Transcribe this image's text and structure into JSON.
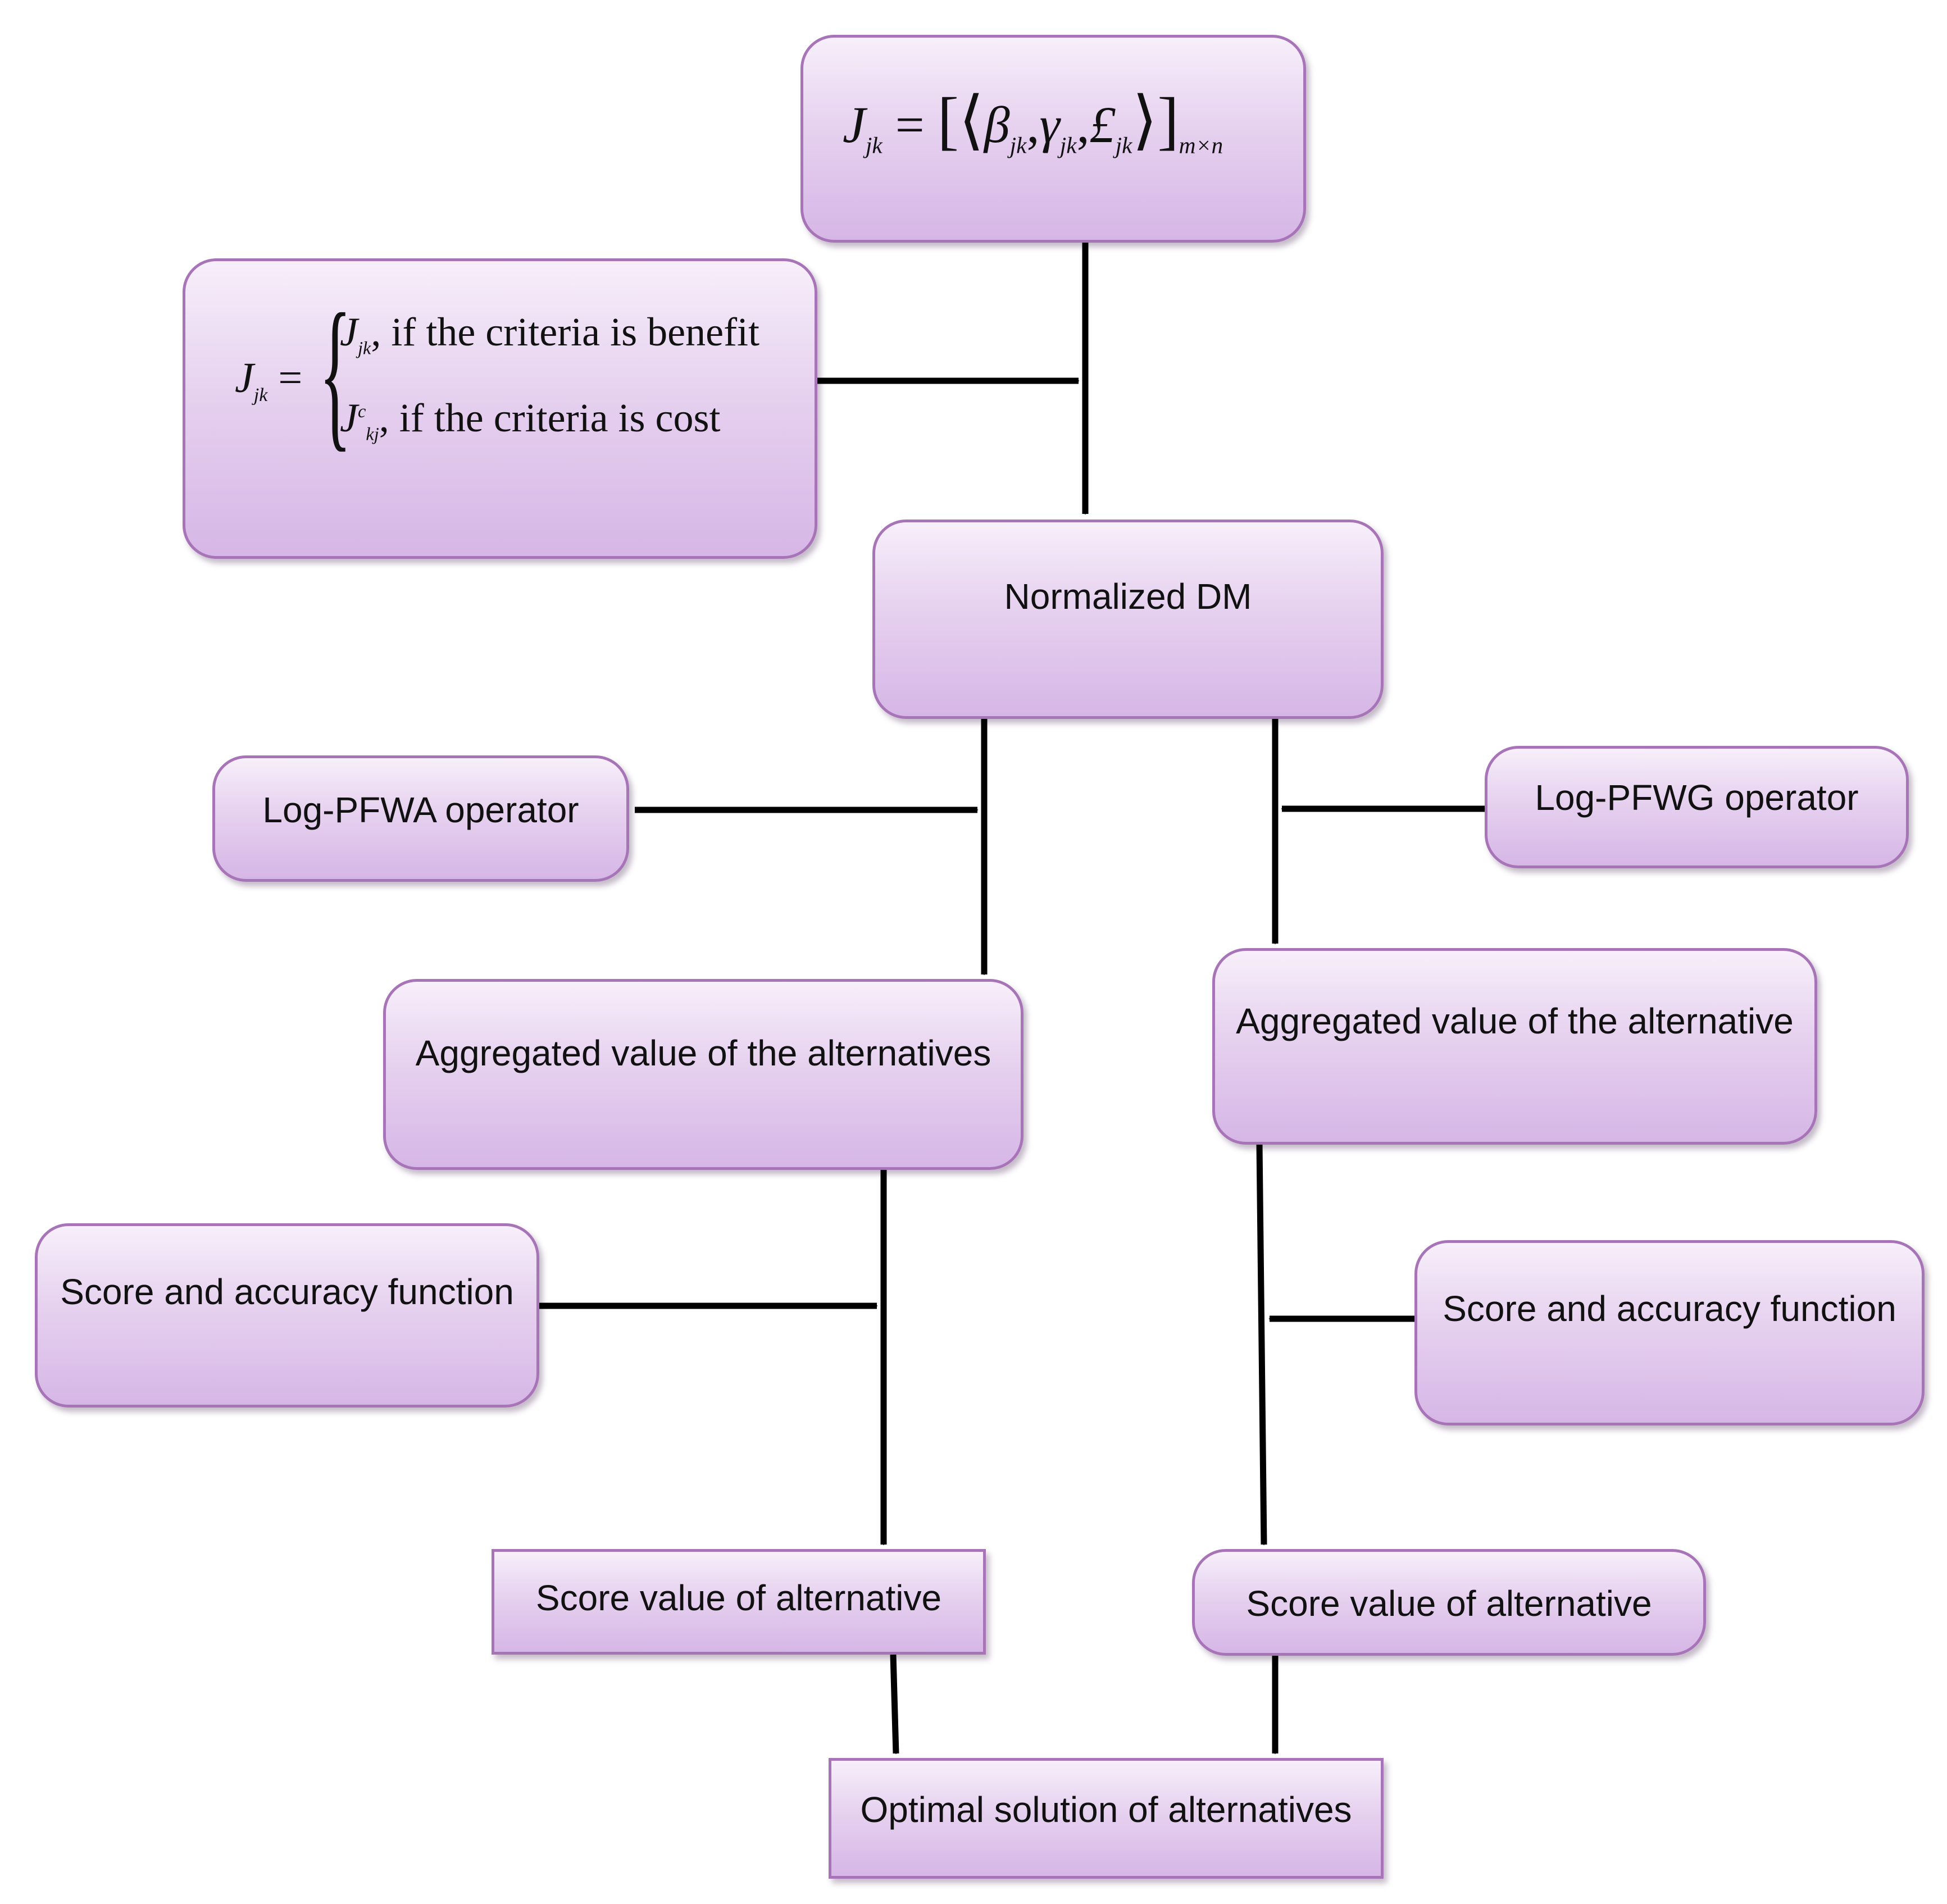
{
  "nodes": {
    "decision_matrix": {
      "lhs": "J",
      "lhs_sub": "jk",
      "equals": "=",
      "tuple": [
        "β",
        "γ",
        "£"
      ],
      "tuple_sub": "jk",
      "size_sub": "m×n"
    },
    "normalization": {
      "lhs": "J",
      "lhs_sub": "jk",
      "equals": "=",
      "case1_symbol": "J",
      "case1_sub": "jk",
      "case1_text": ",  if the criteria is benefit",
      "case2_symbol": "J",
      "case2_sup": "c",
      "case2_sub": "kj",
      "case2_text": ",  if the criteria is cost"
    },
    "normalized_dm": "Normalized DM",
    "log_pfwa": "Log-PFWA operator",
    "log_pfwg": "Log-PFWG operator",
    "aggregated_left": "Aggregated value of the alternatives",
    "aggregated_right": "Aggregated value of the alternative",
    "score_accuracy_left": "Score and accuracy function",
    "score_accuracy_right": "Score and accuracy function",
    "score_value_left": "Score value of alternative",
    "score_value_right": "Score value of alternative",
    "optimal_solution": "Optimal solution of alternatives"
  },
  "colors": {
    "box_border": "#a874b8",
    "box_fill_top": "#f7effa",
    "box_fill_bottom": "#d6b6e6",
    "arrow": "#000000"
  }
}
